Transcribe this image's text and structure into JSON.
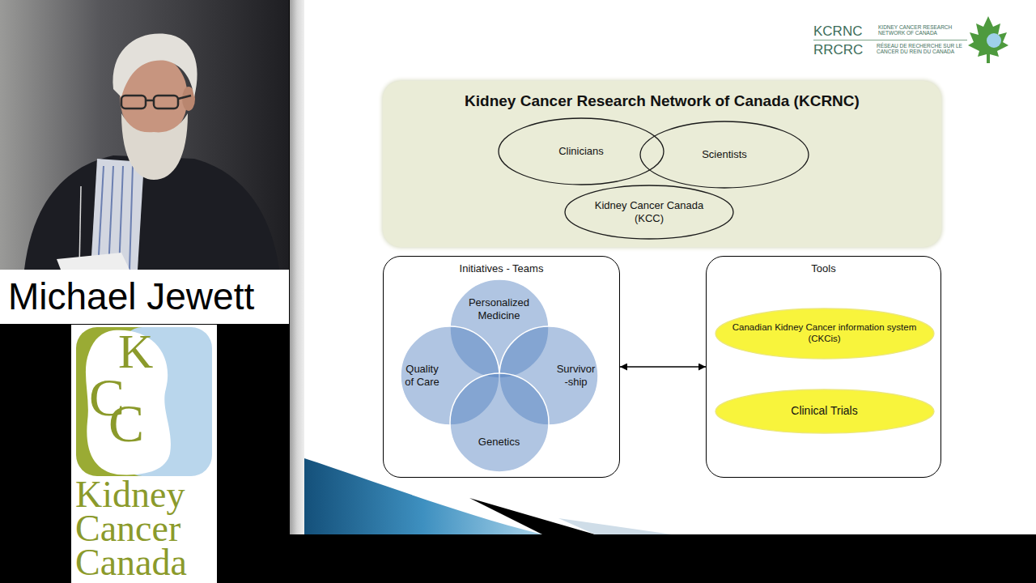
{
  "diagram": {
    "nodes": [
      {
        "text": [
          "Kidney Cancer Research Network of Canada (KCRNC)"
        ]
      },
      {
        "text": [
          "Clinicians"
        ],
        "in": 0
      },
      {
        "text": [
          "Scientists"
        ],
        "in": 0
      },
      {
        "text": [
          "Kidney Cancer Canada (KCC)"
        ],
        "in": 0
      },
      {
        "text": [
          "Initiatives - Teams"
        ]
      },
      {
        "text": [
          "Personalized Medicine"
        ],
        "in": 4
      },
      {
        "text": [
          "Quality of Care"
        ],
        "in": 4
      },
      {
        "text": [
          "Survivor -ship"
        ],
        "in": 4
      },
      {
        "text": [
          "Genetics"
        ],
        "in": 4
      },
      {
        "text": [
          "Tools"
        ]
      },
      {
        "text": [
          "Canadian Kidney Cancer information system (CKCis)"
        ],
        "in": 9
      },
      {
        "text": [
          "Clinical Trials"
        ],
        "in": 9
      }
    ],
    "edges": [
      {
        "from": 4,
        "to": 9,
        "arrow": "both"
      },
      {
        "from": 10,
        "to": 11,
        "arrow": "both"
      }
    ],
    "labels": [
      "Michael Jewett",
      "K",
      "C",
      "C",
      "Kidney",
      "Cancer",
      "Canada",
      "KCRNC",
      "KIDNEY CANCER RESEARCH NETWORK OF CANADA",
      "RRCRC",
      "RÉSEAU DE RECHERCHE SUR LE CANCER DU REIN DU CANADA"
    ]
  }
}
